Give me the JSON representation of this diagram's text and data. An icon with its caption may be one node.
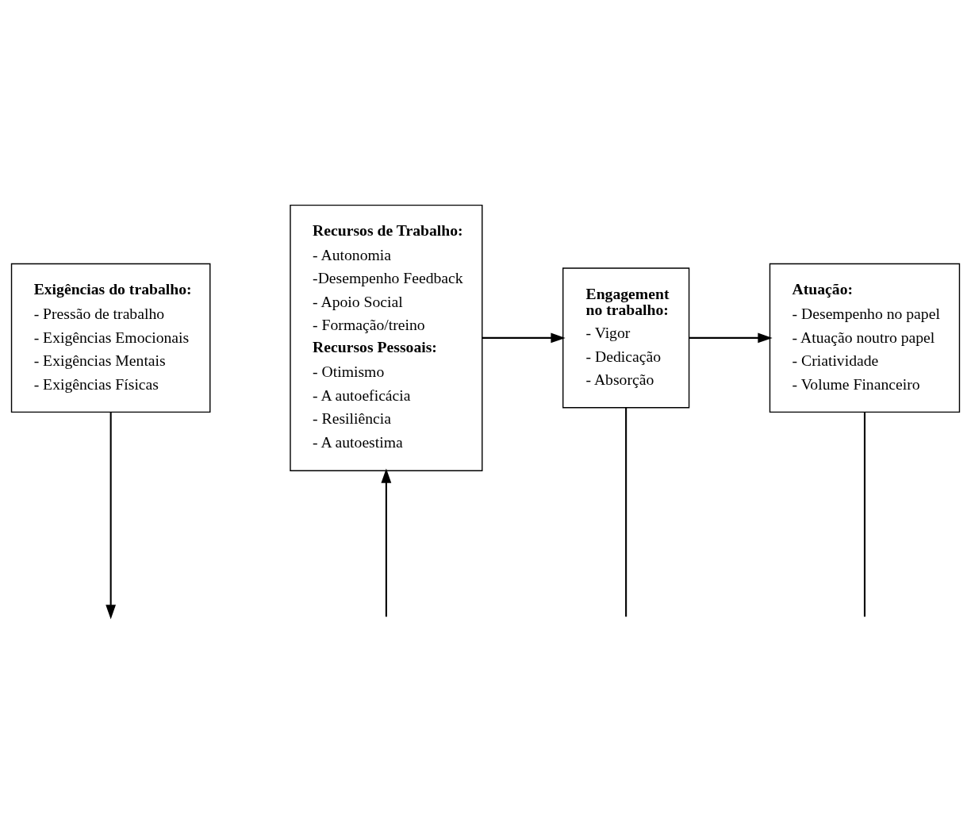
{
  "diagram": {
    "nodes": [
      {
        "text": [
          "Exigências do trabalho:",
          "- Pressão de trabalho",
          "- Exigências Emocionais",
          "- Exigências Mentais",
          "- Exigências Físicas"
        ]
      },
      {
        "text": [
          "Recursos de Trabalho:",
          "- Autonomia",
          "-Desempenho Feedback",
          "- Apoio Social",
          "- Formação/treino",
          "Recursos Pessoais:",
          "- Otimismo",
          "- A autoeficácia",
          "- Resiliência",
          "- A autoestima"
        ]
      },
      {
        "text": [
          "Engagement no trabalho:",
          "- Vigor",
          "- Dedicação",
          "- Absorção"
        ]
      },
      {
        "text": [
          "Atuação:",
          "- Desempenho no papel",
          "- Atuação noutro papel",
          "- Criatividade",
          "- Volume Financeiro"
        ]
      }
    ],
    "edges": [
      {
        "from": 0,
        "to": null,
        "arrow": "to"
      },
      {
        "from": 1,
        "to": 2,
        "arrow": "to"
      },
      {
        "from": 2,
        "to": 3,
        "arrow": "to"
      },
      {
        "from": 2,
        "to": null,
        "arrow": "none"
      },
      {
        "from": 3,
        "to": null,
        "arrow": "none"
      },
      {
        "from": null,
        "to": 1,
        "arrow": "to"
      }
    ]
  }
}
